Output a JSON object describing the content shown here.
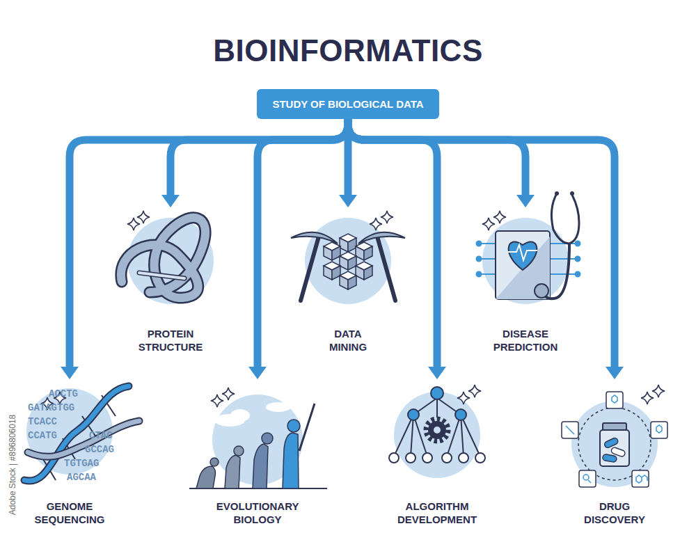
{
  "diagram": {
    "title": "BIOINFORMATICS",
    "nodes": [
      {
        "text": [
          "STUDY OF BIOLOGICAL DATA"
        ]
      },
      {
        "text": [
          "PROTEIN STRUCTURE"
        ]
      },
      {
        "text": [
          "DATA MINING"
        ]
      },
      {
        "text": [
          "DISEASE PREDICTION"
        ]
      },
      {
        "text": [
          "GENOME SEQUENCING"
        ]
      },
      {
        "text": [
          "EVOLUTIONARY BIOLOGY"
        ]
      },
      {
        "text": [
          "ALGORITHM DEVELOPMENT"
        ]
      },
      {
        "text": [
          "DRUG DISCOVERY"
        ]
      }
    ],
    "edges": [
      {
        "from": 0,
        "to": 1,
        "arrow": "to"
      },
      {
        "from": 0,
        "to": 2,
        "arrow": "to"
      },
      {
        "from": 0,
        "to": 3,
        "arrow": "to"
      },
      {
        "from": 0,
        "to": 4,
        "arrow": "to"
      },
      {
        "from": 0,
        "to": 5,
        "arrow": "to"
      },
      {
        "from": 0,
        "to": 6,
        "arrow": "to"
      },
      {
        "from": 0,
        "to": 7,
        "arrow": "to"
      }
    ],
    "labels": [
      "ACCTG",
      "GATAGTGG",
      "TCACC",
      "CCATG",
      "CTAC",
      "GCCAG",
      "TGTGAG",
      "AGCAA",
      "Adobe Stock | #896806018"
    ]
  }
}
